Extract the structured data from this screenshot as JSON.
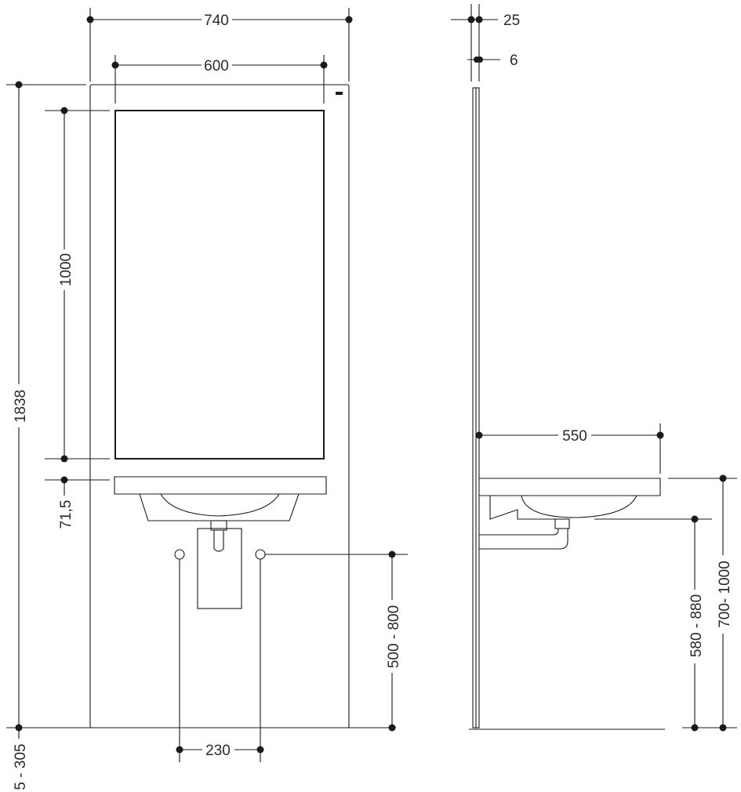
{
  "front_view": {
    "panel_width": "740",
    "mirror_width": "600",
    "panel_height": "1838",
    "mirror_height": "1000",
    "basin_offset": "71,5",
    "tap_hole_spacing": "230",
    "tap_height_range": "500 - 800",
    "floor_offset_range": "5 - 305"
  },
  "side_view": {
    "panel_depth": "25",
    "mirror_thickness": "6",
    "basin_projection": "550",
    "basin_underside_range": "580 - 880",
    "basin_rim_range": "700- 1000"
  }
}
